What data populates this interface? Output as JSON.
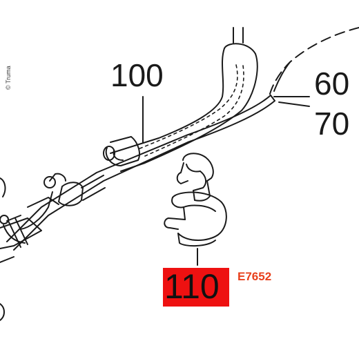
{
  "diagram": {
    "copyright": "© Truma",
    "labels": {
      "hose": "100",
      "part_60": "60",
      "part_70": "70",
      "clip": "110"
    },
    "article_number": "E7652",
    "colors": {
      "highlight": "#ee1111",
      "article_number": "#e8401c",
      "line": "#1a1a1a"
    }
  }
}
